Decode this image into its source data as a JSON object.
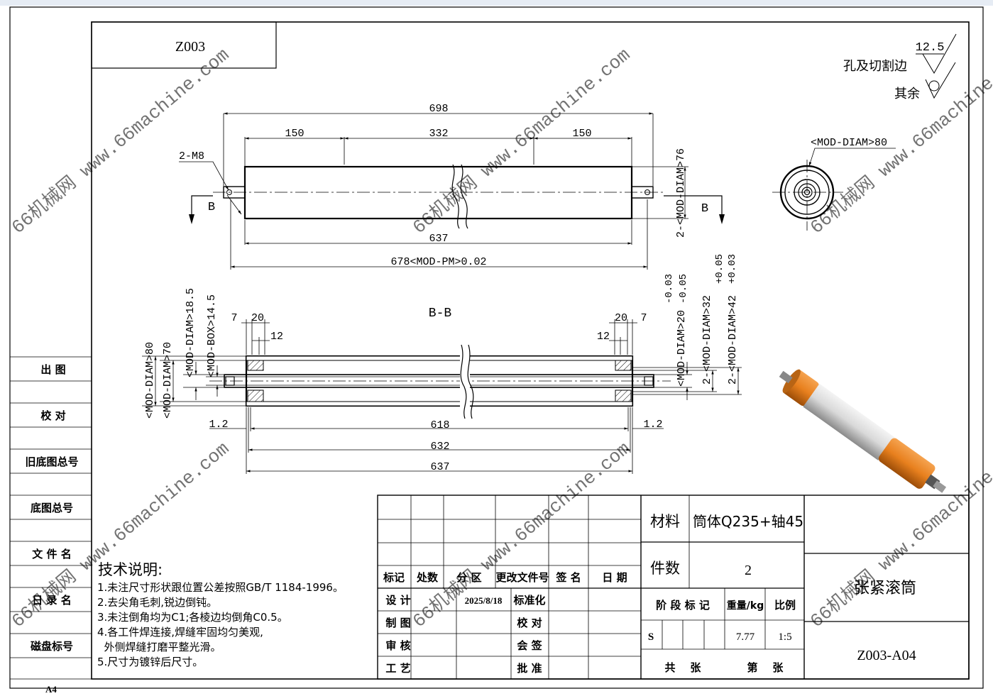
{
  "drawing": {
    "code": "Z003",
    "title": "张紧滚筒",
    "drawing_no": "Z003-A04",
    "paper": "A4"
  },
  "roughness": {
    "value": "12.5",
    "holes_label": "孔及切割边",
    "rest_label": "其余"
  },
  "top_view": {
    "dim_overall": "698",
    "dim_left": "150",
    "dim_mid": "332",
    "dim_right": "150",
    "dim_body": "637",
    "dim_shaft": "678<MOD-PM>0.02",
    "thread": "2-M8",
    "diam_body": "2-<MOD-DIAM>76",
    "section_mark": "B"
  },
  "end_view": {
    "diam": "<MOD-DIAM>80"
  },
  "section_view": {
    "title": "B-B",
    "dims_top_left": [
      "7",
      "20",
      "12"
    ],
    "dims_top_right": [
      "20",
      "7",
      "12"
    ],
    "diam_outer": "<MOD-DIAM>80",
    "diam_inner": "<MOD-DIAM>70",
    "diam_bore": "<MOD-DIAM>18.5",
    "box_dim": "<MOD-BOX>14.5",
    "shaft_diam": "<MOD-DIAM>20",
    "shaft_tol_upper": "-0.03",
    "shaft_tol_lower": "-0.05",
    "bearing_diam": "2-<MOD-DIAM>32",
    "hub_diam": "2-<MOD-DIAM>42",
    "hub_tol_upper": "+0.05",
    "hub_tol_lower": "+0.03",
    "dim_618": "618",
    "dim_632": "632",
    "dim_637": "637",
    "dim_left_gap": "1.2",
    "dim_right_gap": "1.2"
  },
  "notes": {
    "heading": "技术说明:",
    "items": [
      "1.未注尺寸形状跟位置公差按照GB/T 1184-1996。",
      "2.去尖角毛刺,锐边倒钝。",
      "3.未注倒角均为C1;各棱边均倒角C0.5。",
      "4.各工件焊连接,焊缝牢固均匀美观,",
      "  外侧焊缝打磨平整光滑。",
      "5.尺寸为镀锌后尺寸。"
    ]
  },
  "left_column": [
    "出  图",
    "校  对",
    "旧底图总号",
    "底图总号",
    "文 件 名",
    "日 录 名",
    "磁盘标号"
  ],
  "title_block": {
    "rev_headers": [
      "标记",
      "处数",
      "分 区",
      "更改文件号",
      "签 名",
      "日 期"
    ],
    "design_label": "设 计",
    "design_date": "2025/8/18",
    "standard_label": "标准化",
    "draw_label": "制 图",
    "check_label": "校 对",
    "review_label": "审 核",
    "sign_label": "会 签",
    "process_label": "工 艺",
    "approve_label": "批 准",
    "material_label": "材料",
    "material_value": "筒体Q235+轴45",
    "qty_label": "件数",
    "qty_value": "2",
    "stage_label": "阶 段 标 记",
    "weight_label": "重量/kg",
    "scale_label": "比例",
    "stage_value": "S",
    "weight_value": "7.77",
    "scale_value": "1:5",
    "total_label": "共    张",
    "sheet_label": "第    张"
  },
  "watermark": "66机械网 www.66machine.com",
  "colors": {
    "roller_orange": "#e8801e",
    "roller_grey": "#d9d9d9",
    "line": "#000000"
  }
}
